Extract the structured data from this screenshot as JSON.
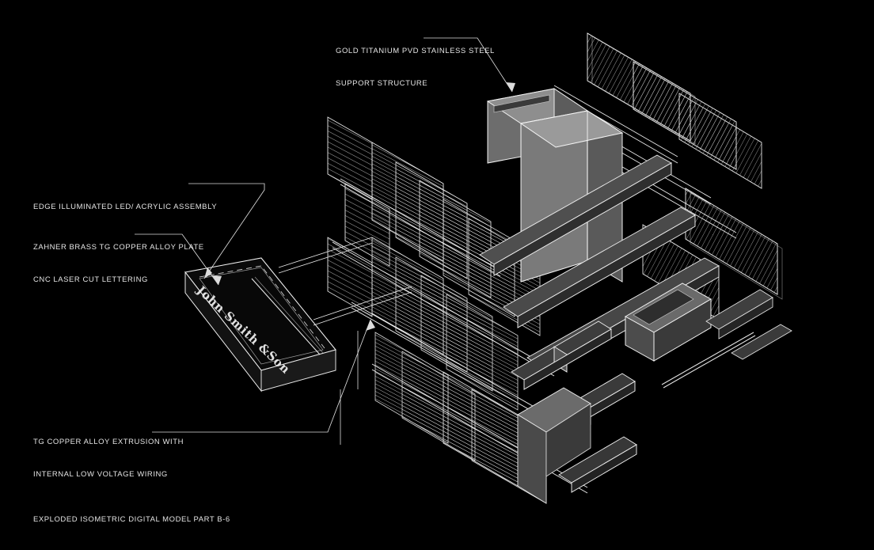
{
  "document": {
    "background_color": "#000000",
    "line_color": "#e8e8e8",
    "caption": "EXPLODED ISOMETRIC DIGITAL MODEL PART B-6"
  },
  "annotations": [
    {
      "id": "support-structure",
      "line1": "GOLD TITANIUM PVD STAINLESS STEEL",
      "line2": "SUPPORT STRUCTURE"
    },
    {
      "id": "led-acrylic",
      "line1": "EDGE ILLUMINATED LED/ ACRYLIC ASSEMBLY",
      "line2": ""
    },
    {
      "id": "brass-plate",
      "line1": "ZAHNER BRASS TG COPPER ALLOY PLATE",
      "line2": "CNC LASER CUT LETTERING"
    },
    {
      "id": "copper-extrusion",
      "line1": "TG COPPER ALLOY EXTRUSION WITH",
      "line2": "INTERNAL LOW VOLTAGE WIRING"
    }
  ],
  "engraving": {
    "text": "John Smith &Son",
    "style": "blackletter"
  },
  "materials": {
    "panel_fill": "#6f6f6f",
    "box_fill_light": "#8a8a8a",
    "box_fill_mid": "#6c6c6c",
    "box_fill_dark": "#4a4a4a",
    "hatch_stroke": "#d8d8d8"
  }
}
